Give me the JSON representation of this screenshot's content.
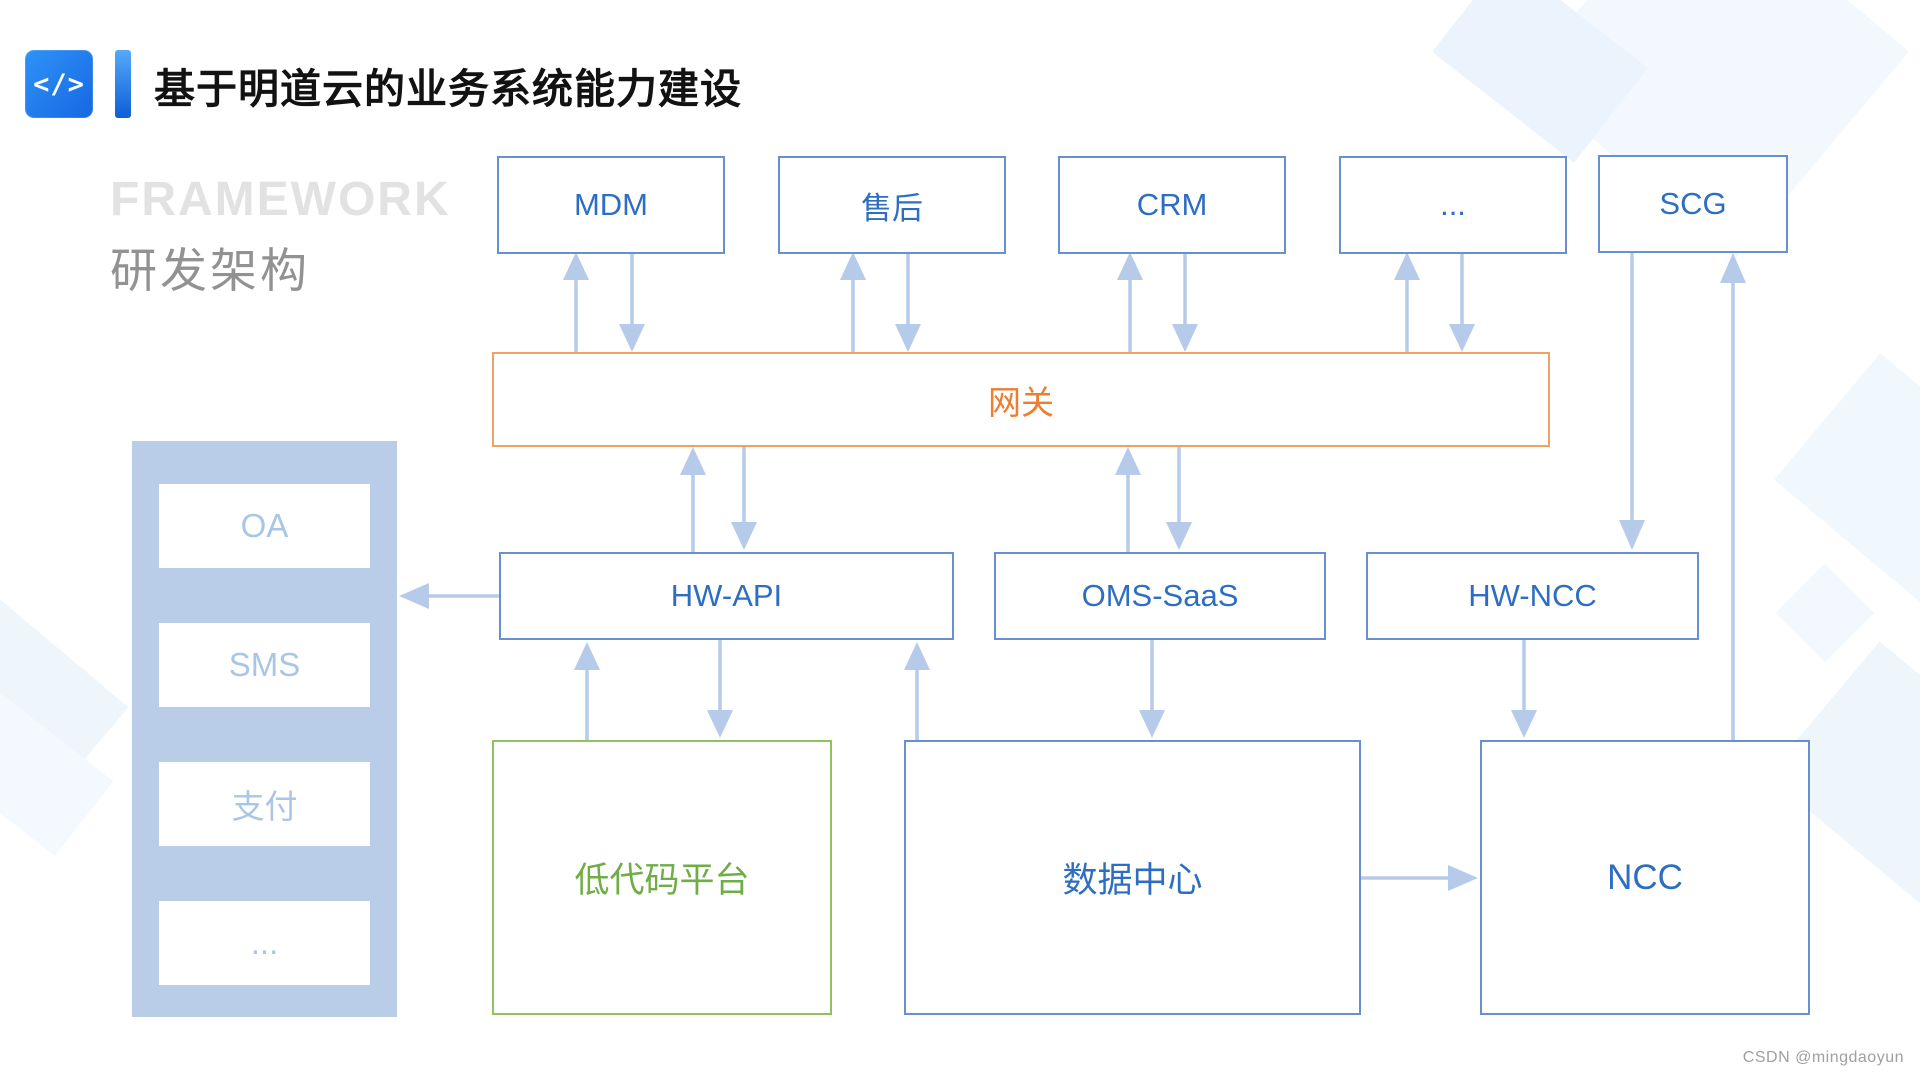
{
  "header": {
    "logo_glyph": "</>",
    "title": "基于明道云的业务系统能力建设"
  },
  "framework": {
    "label_en": "FRAMEWORK",
    "label_zh": "研发架构"
  },
  "diagram": {
    "top_row": [
      {
        "label": "MDM"
      },
      {
        "label": "售后"
      },
      {
        "label": "CRM"
      },
      {
        "label": "..."
      },
      {
        "label": "SCG"
      }
    ],
    "gateway": {
      "label": "网关"
    },
    "middle_row": [
      {
        "label": "HW-API"
      },
      {
        "label": "OMS-SaaS"
      },
      {
        "label": "HW-NCC"
      }
    ],
    "bottom_row": [
      {
        "label": "低代码平台"
      },
      {
        "label": "数据中心"
      },
      {
        "label": "NCC"
      }
    ],
    "side_panel_items": [
      {
        "label": "OA"
      },
      {
        "label": "SMS"
      },
      {
        "label": "支付"
      },
      {
        "label": "..."
      }
    ]
  },
  "colors": {
    "blue_border": "#678fd2",
    "blue_text": "#2e6ec2",
    "orange_border": "#f0a164",
    "orange_text": "#ED7D31",
    "green_border": "#90c360",
    "green_text": "#6fad47",
    "arrow": "#b6cbe9",
    "panel_bg": "#b9cde9",
    "panel_text": "#a9c6e7"
  },
  "watermark": "CSDN @mingdaoyun"
}
